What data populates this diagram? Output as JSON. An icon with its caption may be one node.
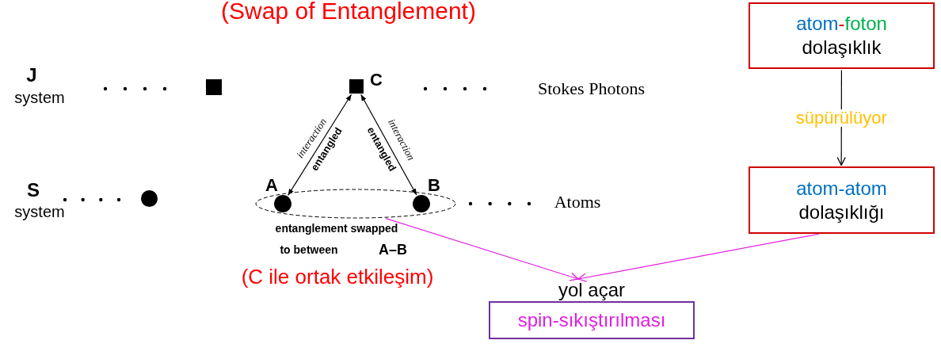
{
  "diagram": {
    "title": "(Swap of Entanglement)",
    "nodes": [
      {
        "text": [],
        "shape": "box"
      },
      {
        "text": [],
        "shape": "box",
        "beside": [
          "C"
        ]
      },
      {
        "text": [],
        "shape": "circle"
      },
      {
        "text": [],
        "shape": "ellipse",
        "beside": [
          "entanglement swapped",
          "to between",
          "A–B"
        ]
      },
      {
        "text": [],
        "shape": "circle",
        "in": 3,
        "beside": [
          "A"
        ]
      },
      {
        "text": [],
        "shape": "circle",
        "in": 3,
        "beside": [
          "B"
        ]
      },
      {
        "text": [
          "atom-foton",
          "dolaşıklık"
        ]
      },
      {
        "text": [
          "atom-atom",
          "dolaşıklığı"
        ]
      },
      {
        "text": [
          "yol açar",
          "spin-sıkıştırılması"
        ]
      }
    ],
    "edges": [
      {
        "from": 1,
        "to": 4,
        "arrow": "both",
        "label": "entangled"
      },
      {
        "from": 1,
        "to": 5,
        "arrow": "both",
        "label": "entangled"
      },
      {
        "from": 6,
        "to": 7,
        "arrow": "to",
        "label": "süpürülüyor"
      },
      {
        "from": 3,
        "to": 8,
        "arrow": "to",
        "color": "#e020e0"
      },
      {
        "from": 7,
        "to": 8,
        "arrow": "to",
        "color": "#e020e0"
      }
    ],
    "labels": [
      "J",
      "system",
      "Stokes Photons",
      "S",
      "system",
      "interaction",
      "interaction",
      "Atoms",
      "(C ile ortak etkileşim)"
    ]
  }
}
